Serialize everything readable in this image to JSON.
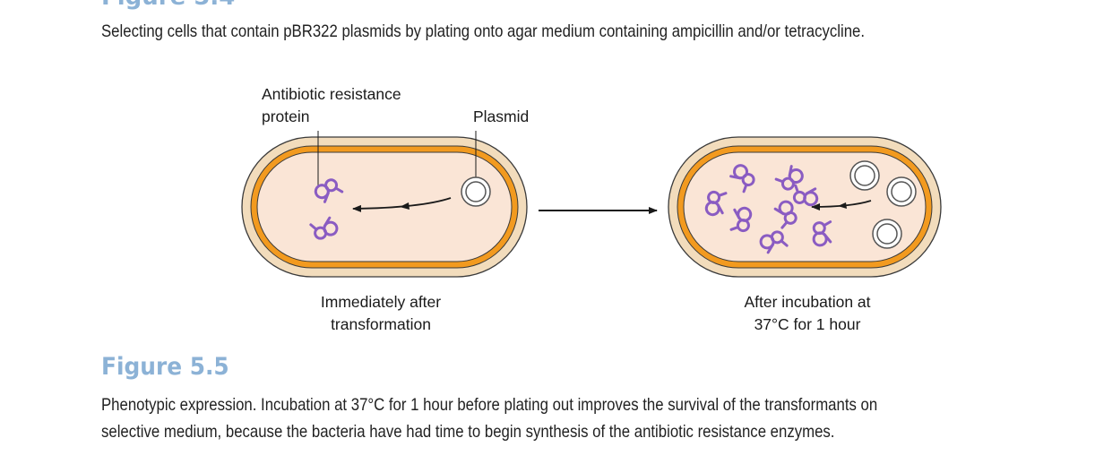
{
  "previous_figure": {
    "caption": "Selecting cells that contain pBR322 plasmids by plating onto agar medium containing ampicillin and/or tetracycline."
  },
  "diagram": {
    "labels": {
      "resistance_protein_line1": "Antibiotic resistance",
      "resistance_protein_line2": "protein",
      "plasmid": "Plasmid",
      "left_cell_line1": "Immediately after",
      "left_cell_line2": "transformation",
      "right_cell_line1": "After incubation at",
      "right_cell_line2": "37°C for 1 hour"
    },
    "colors": {
      "cell_outer_wall": "#f2dcbc",
      "cell_membrane": "#f29a1f",
      "cytoplasm": "#fae5d6",
      "protein": "#8a5cc2",
      "plasmid_outline": "#555555"
    },
    "left_cell": {
      "protein_count": 2,
      "plasmid_count": 1
    },
    "right_cell": {
      "protein_count": 8,
      "plasmid_count": 3
    }
  },
  "figure": {
    "title": "Figure 5.5",
    "caption_line1": "Phenotypic expression. Incubation at 37°C for 1 hour before plating out improves the survival of the transformants on",
    "caption_line2": "selective medium, because the bacteria have had time to begin synthesis of the antibiotic resistance enzymes."
  }
}
